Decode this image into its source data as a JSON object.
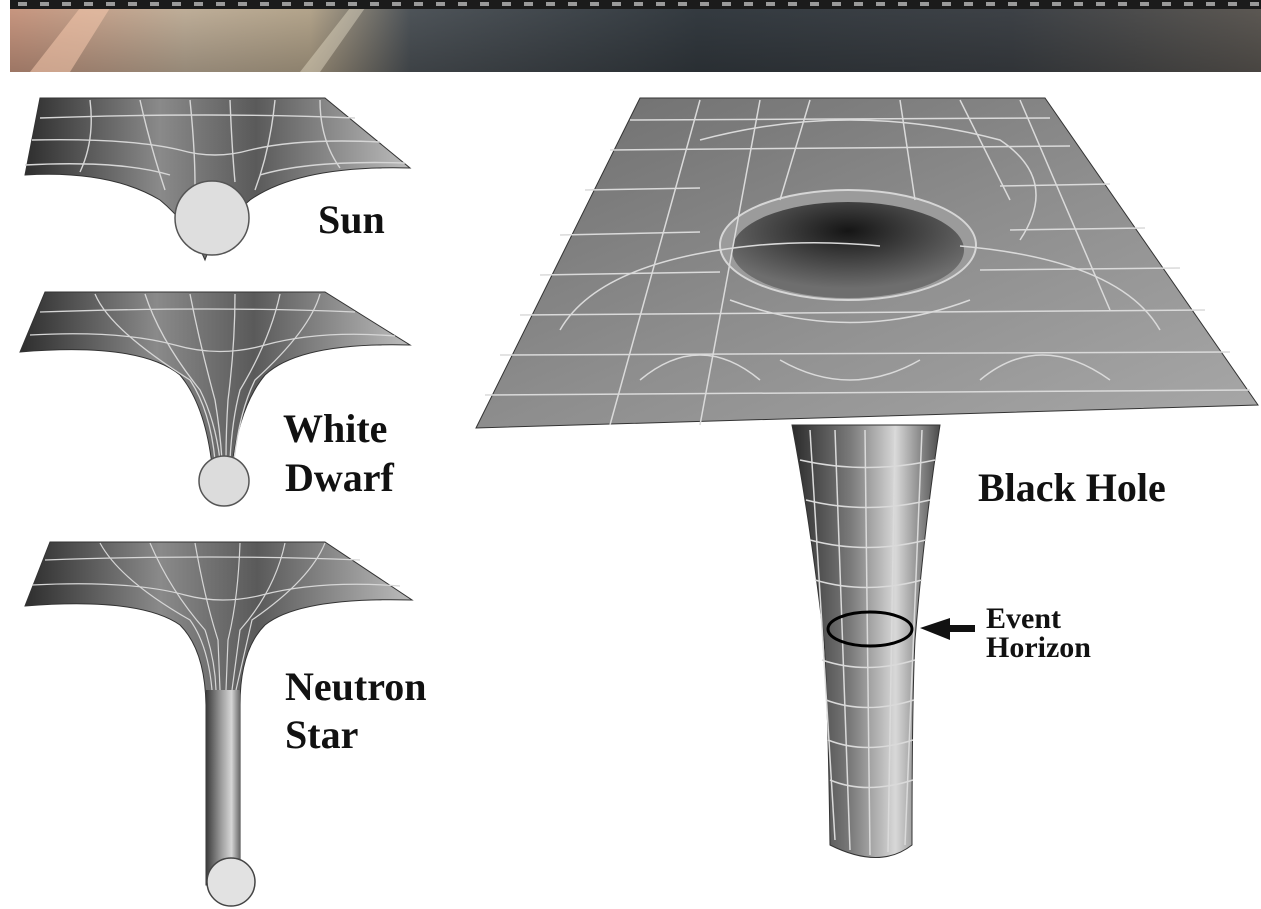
{
  "labels": {
    "sun": "Sun",
    "white_dwarf_1": "White",
    "white_dwarf_2": "Dwarf",
    "neutron_star_1": "Neutron",
    "neutron_star_2": "Star",
    "black_hole": "Black Hole",
    "event_horizon_1": "Event",
    "event_horizon_2": "Horizon"
  },
  "colors": {
    "background": "#ffffff",
    "surface_dark": "#2a2a2a",
    "surface_mid": "#7a7a7a",
    "surface_light": "#bdbdbd",
    "grid_lines": "#d9d9d9",
    "body_fill": "#dcdcdc",
    "horizon_ring": "#000000",
    "banner_warm": "#e9b99b",
    "banner_dark": "#2f3740"
  },
  "icons": {
    "banner_edge": "film-strip-dots",
    "horizon_pointer": "arrow-left-icon"
  }
}
